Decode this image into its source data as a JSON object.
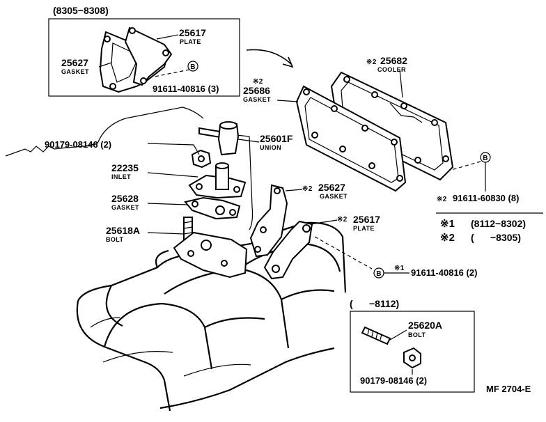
{
  "inset_top": {
    "range": "(8305−8308)",
    "plate": {
      "part_no": "25617",
      "name": "PLATE"
    },
    "gasket": {
      "part_no": "25627",
      "name": "GASKET"
    },
    "bolt": {
      "part_no": "91611-40816 (3)",
      "symbol": "B"
    }
  },
  "cooler": {
    "mark": "※2",
    "part_no": "25682",
    "name": "COOLER"
  },
  "cooler_gasket": {
    "mark": "※2",
    "part_no": "25686",
    "name": "GASKET"
  },
  "cooler_bolt": {
    "mark": "※2",
    "part_no": "91611-60830 (8)",
    "symbol": "B"
  },
  "union_bolt": {
    "part_no": "90179-08146 (2)"
  },
  "union": {
    "part_no": "25601F",
    "name": "UNION"
  },
  "inlet": {
    "part_no": "22235",
    "name": "INLET"
  },
  "inlet_gasket": {
    "part_no": "25628",
    "name": "GASKET"
  },
  "stud_bolt": {
    "part_no": "25618A",
    "name": "BOLT"
  },
  "gasket_2": {
    "mark": "※2",
    "part_no": "25627",
    "name": "GASKET"
  },
  "plate_2": {
    "mark": "※2",
    "part_no": "25617",
    "name": "PLATE"
  },
  "bolt_2": {
    "mark": "※1",
    "part_no": "91611-40816 (2)",
    "symbol": "B"
  },
  "legend": {
    "row1": {
      "mark": "※1",
      "range": "(8112−8302)"
    },
    "row2": {
      "mark": "※2",
      "range": "(      −8305)"
    }
  },
  "inset_bottom": {
    "range": "(      −8112)",
    "bolt": {
      "part_no": "25620A",
      "name": "BOLT"
    },
    "nut": {
      "part_no": "90179-08146 (2)"
    }
  },
  "figure_id": "MF 2704-E"
}
